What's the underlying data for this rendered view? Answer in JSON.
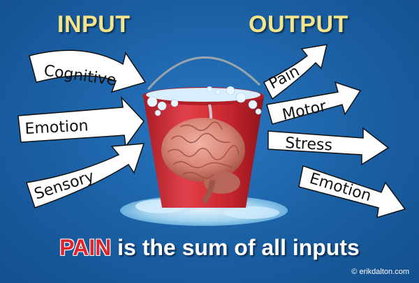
{
  "headings": {
    "input": "INPUT",
    "output": "OUTPUT"
  },
  "inputs": [
    "Cognitive",
    "Emotion",
    "Sensory"
  ],
  "outputs": [
    "Pain",
    "Motor",
    "Stress",
    "Emotion"
  ],
  "caption": {
    "highlight": "PAIN",
    "rest": " is the sum of all inputs"
  },
  "copyright": "© erikdalton.com",
  "colors": {
    "background": "#1d63a8",
    "heading": "#f4e58a",
    "highlight": "#e0262c",
    "bucket": "#d8313a",
    "arrow_fill": "#ffffff"
  },
  "icons": {
    "bucket": "red-bucket-icon",
    "brain": "brain-icon",
    "water": "water-splash-icon"
  }
}
